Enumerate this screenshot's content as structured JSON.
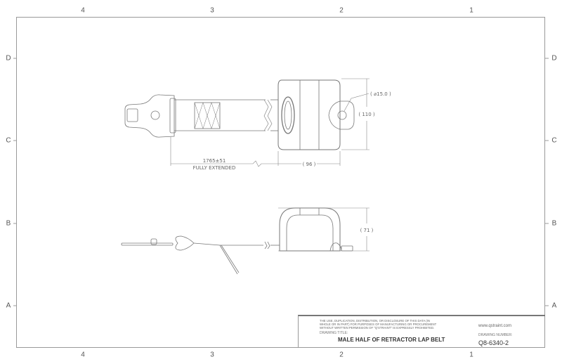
{
  "zones": {
    "columns": [
      "4",
      "3",
      "2",
      "1"
    ],
    "rows": [
      "D",
      "C",
      "B",
      "A"
    ]
  },
  "dimensions": {
    "length": "1765±51",
    "length_note": "FULLY EXTENDED",
    "width": "( 96 )",
    "height_top": "( 110 )",
    "hole": "( ⌀15.0 )",
    "height_side": "( 71 )"
  },
  "title_block": {
    "disclaimer": "THE USE, DUPLICATION, DISTRIBUTION, OR DISCLOSURE OF THIS DATA (IN\nWHOLE OR IN PART) FOR PURPOSES OF MANUFACTURING OR PROCUREMENT\nWITHOUT WRITTEN PERMISSION OF \"Q'STRAINT\" IS EXPRESSLY PROHIBITED.",
    "drawing_title_label": "DRAWING TITLE:",
    "drawing_title": "MALE HALF OF RETRACTOR LAP BELT",
    "website": "www.qstraint.com",
    "drawing_number_label": "DRAWING NUMBER:",
    "drawing_number": "Q8-6340-2"
  }
}
